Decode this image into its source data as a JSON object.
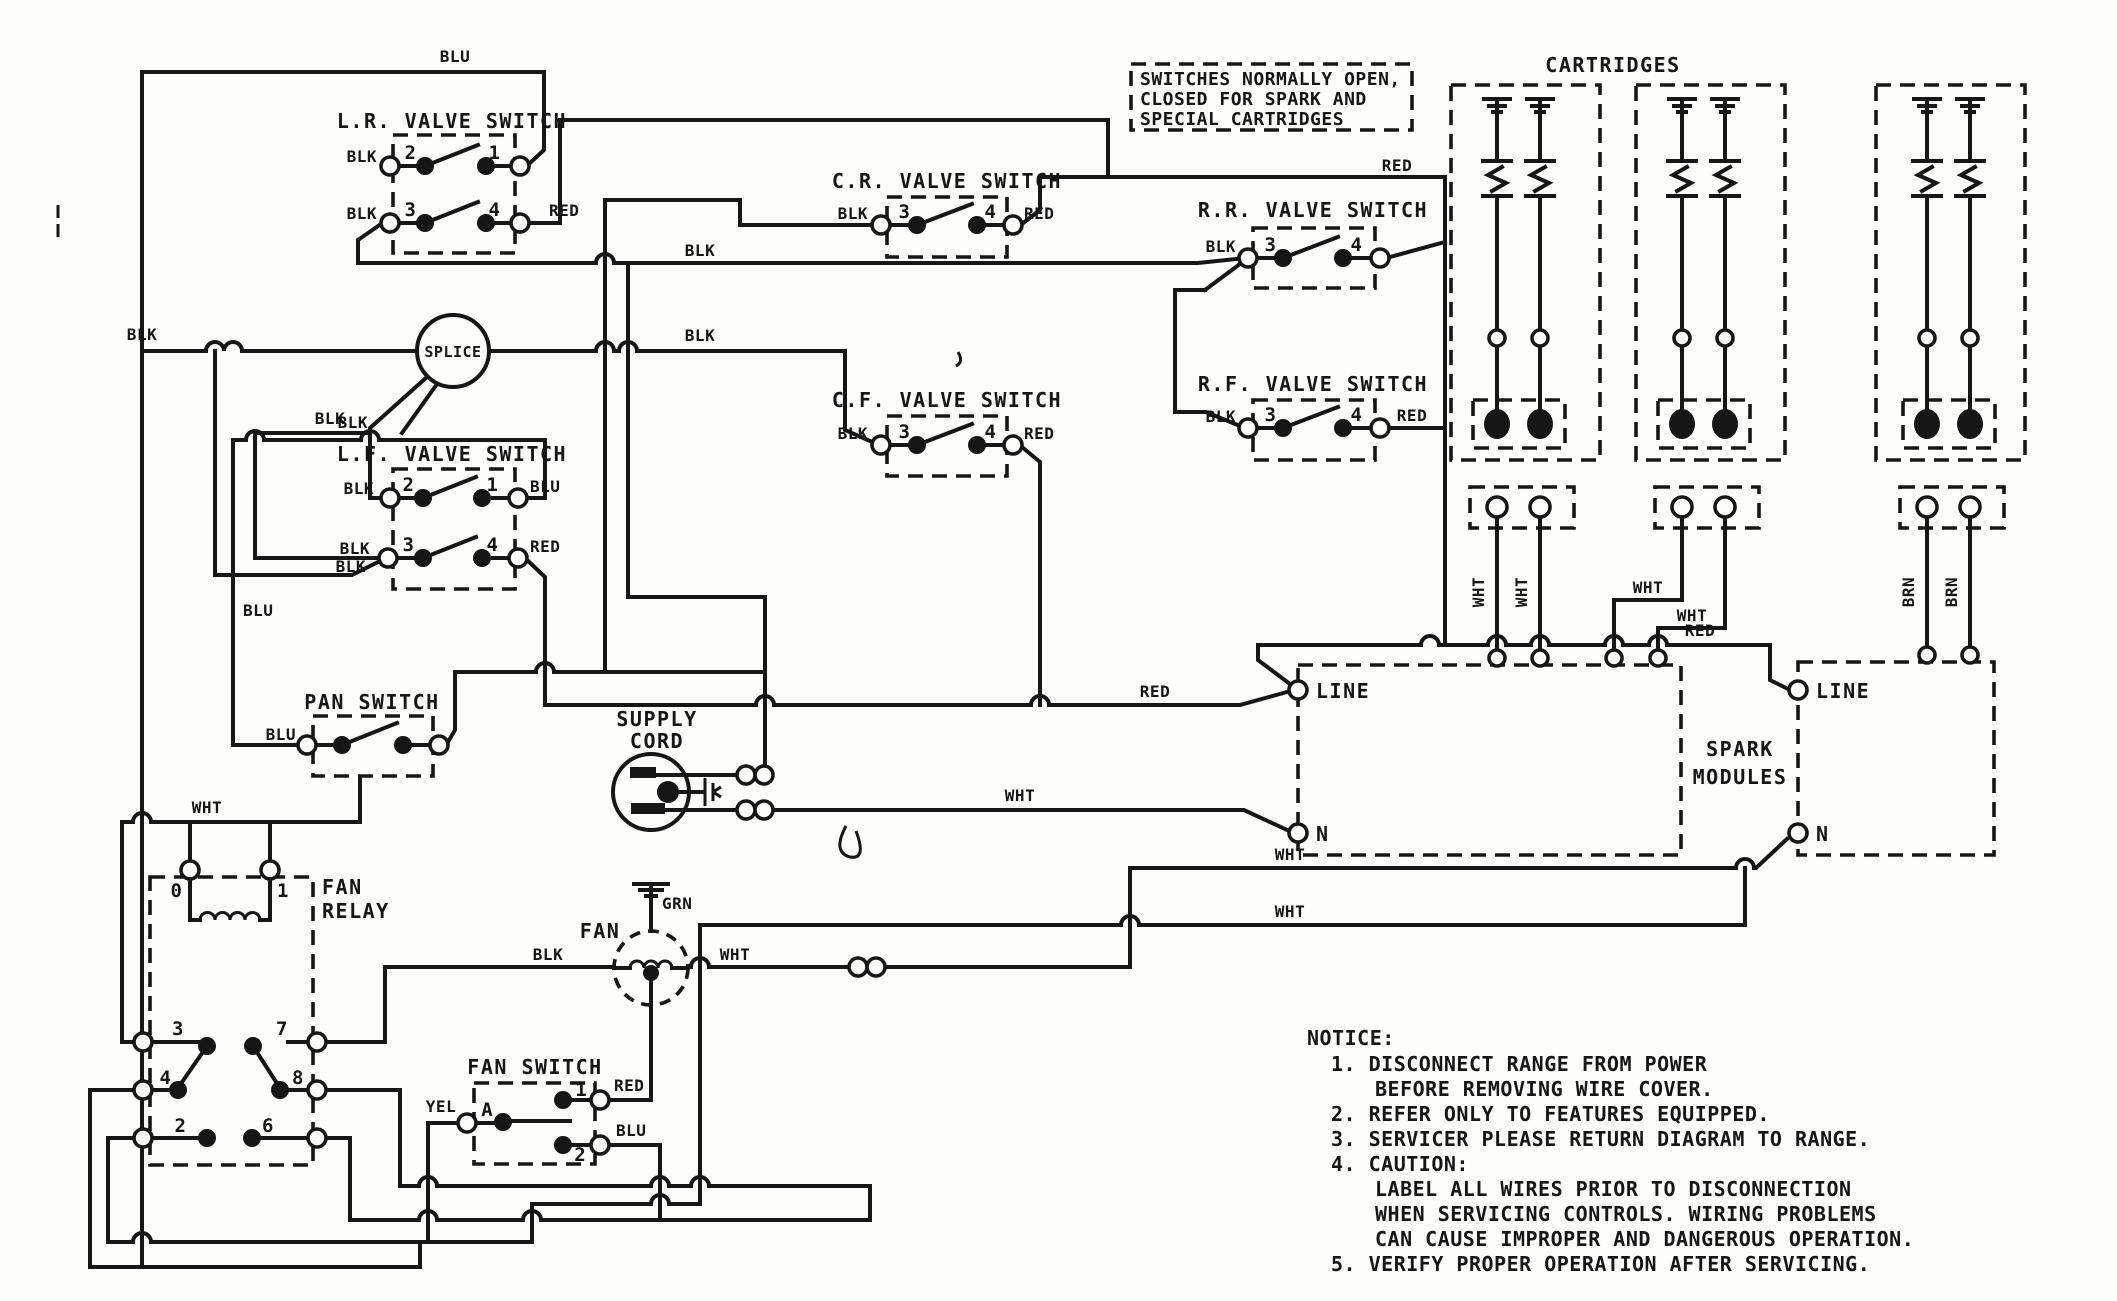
{
  "colors": {
    "blk": "BLK",
    "red": "RED",
    "blu": "BLU",
    "wht": "WHT",
    "brn": "BRN",
    "grn": "GRN",
    "yel": "YEL"
  },
  "titles": {
    "cartridges": "CARTRIDGES",
    "spark_1": "SPARK",
    "spark_2": "MODULES",
    "splice": "SPLICE",
    "supply_1": "SUPPLY",
    "supply_2": "CORD",
    "fan": "FAN",
    "fan_relay_1": "FAN",
    "fan_relay_2": "RELAY",
    "pan_switch": "PAN SWITCH",
    "fan_switch": "FAN SWITCH",
    "lr": "L.R. VALVE SWITCH",
    "lf": "L.F. VALVE SWITCH",
    "cr": "C.R. VALVE SWITCH",
    "cf": "C.F. VALVE SWITCH",
    "rr": "R.R. VALVE SWITCH",
    "rf": "R.F. VALVE SWITCH",
    "line": "LINE",
    "neutral": "N"
  },
  "terminals": {
    "n0": "0",
    "n1": "1",
    "n2": "2",
    "n3": "3",
    "n4": "4",
    "n6": "6",
    "n7": "7",
    "n8": "8",
    "a": "A"
  },
  "note_box": {
    "line1": "SWITCHES NORMALLY OPEN,",
    "line2": "CLOSED FOR SPARK AND",
    "line3": "SPECIAL CARTRIDGES"
  },
  "notice": {
    "title": "NOTICE:",
    "lines": [
      "1. DISCONNECT RANGE FROM POWER",
      "BEFORE REMOVING WIRE COVER.",
      "2. REFER ONLY TO FEATURES EQUIPPED.",
      "3. SERVICER PLEASE RETURN DIAGRAM TO RANGE.",
      "4. CAUTION:",
      "LABEL ALL WIRES PRIOR TO DISCONNECTION",
      "WHEN SERVICING CONTROLS. WIRING PROBLEMS",
      "CAN CAUSE IMPROPER AND DANGEROUS OPERATION.",
      "5. VERIFY PROPER OPERATION AFTER SERVICING."
    ]
  }
}
